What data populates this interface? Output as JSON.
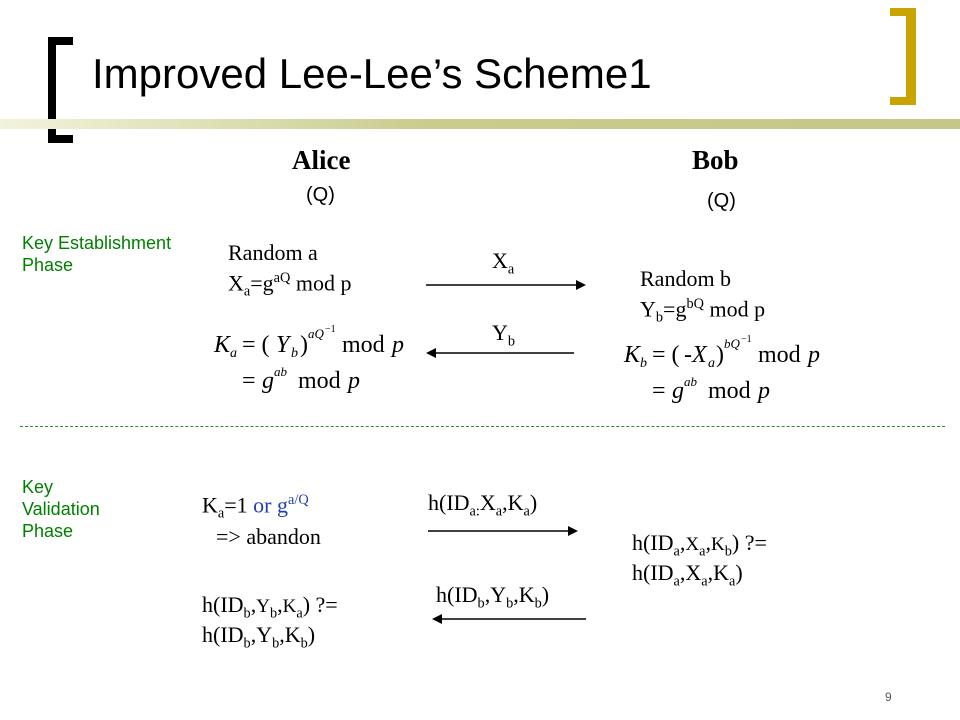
{
  "slide": {
    "title": "Improved Lee-Lee’s Scheme1",
    "page_number": "9",
    "accent_color": "#c8cc8c"
  },
  "headers": {
    "alice": "Alice",
    "bob": "Bob",
    "alice_sub": "(Q)",
    "bob_sub": "(Q)"
  },
  "phases": {
    "key_establishment": "Key Establishment Phase",
    "key_validation": "Key Validation Phase"
  },
  "establishment": {
    "alice_random": "Random a",
    "bob_random": "Random b",
    "arrow_right_label": "X",
    "arrow_right_sub": "a",
    "arrow_left_label": "Y",
    "arrow_left_sub": "b",
    "alice_x": "X",
    "alice_x_sub": "a",
    "alice_x_eq": "=g",
    "alice_x_sup": "aQ",
    "alice_x_tail": " mod p",
    "bob_y": "Y",
    "bob_y_sub": "b",
    "bob_y_eq": "=g",
    "bob_y_sup": "bQ",
    "bob_y_tail": " mod p"
  },
  "validation": {
    "ka_check_pre": "K",
    "ka_check_sub": "a",
    "ka_check_mid": "=1 ",
    "ka_check_or": "or g",
    "ka_check_sup": "a/Q",
    "abandon": "=> abandon",
    "msg_right": "h(ID",
    "msg_left": "h(ID",
    "qeq": " ?=",
    "h_open": "h(ID"
  }
}
